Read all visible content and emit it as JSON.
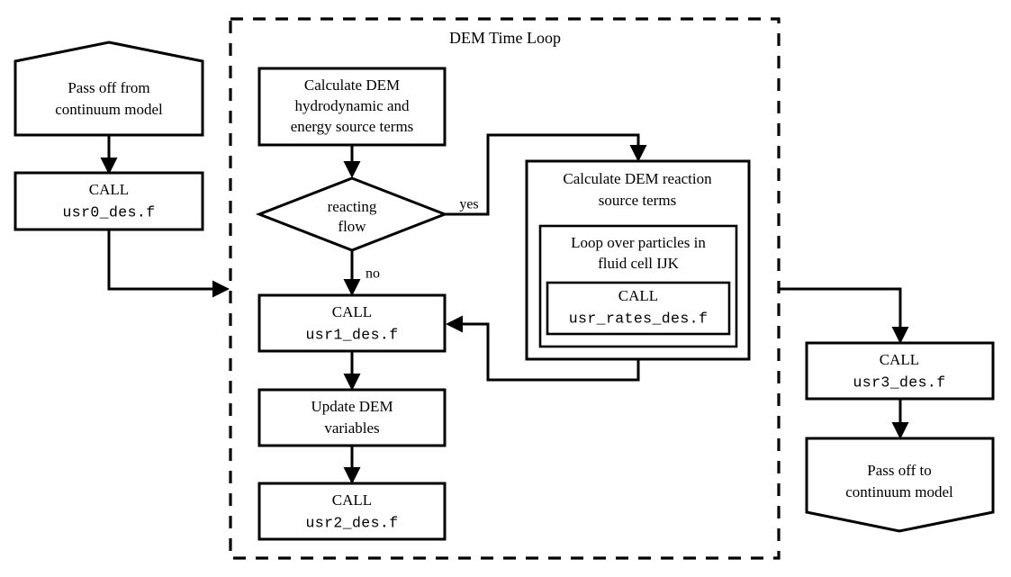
{
  "diagram": {
    "title": "DEM Time Loop Flowchart",
    "background_color": "#ffffff",
    "line_color": "#000000"
  },
  "group": {
    "label": "DEM Time Loop",
    "style": "dashed-rectangle"
  },
  "nodes": {
    "pass_off_from": {
      "shape": "pentagon-peak-top",
      "line1": "Pass off from",
      "line2": "continuum model"
    },
    "call_usr0": {
      "shape": "rectangle",
      "line1": "CALL",
      "line2": "usr0_des.f",
      "line2_style": "mono"
    },
    "calculate_dem_sources": {
      "shape": "rectangle",
      "line1": "Calculate DEM",
      "line2": "hydrodynamic and",
      "line3": "energy source terms"
    },
    "reacting_flow": {
      "shape": "diamond",
      "line1": "reacting",
      "line2": "flow"
    },
    "call_usr1": {
      "shape": "rectangle",
      "line1": "CALL",
      "line2": "usr1_des.f",
      "line2_style": "mono"
    },
    "update_dem_variables": {
      "shape": "rectangle",
      "line1": "Update DEM",
      "line2": "variables"
    },
    "call_usr2": {
      "shape": "rectangle",
      "line1": "CALL",
      "line2": "usr2_des.f",
      "line2_style": "mono"
    },
    "reaction_source_terms": {
      "shape": "rectangle",
      "line1": "Calculate DEM reaction",
      "line2": "source terms"
    },
    "loop_over_particles": {
      "shape": "rectangle",
      "line1": "Loop over particles in",
      "line2_prefix": "fluid cell ",
      "line2_mono": "IJK"
    },
    "call_usr_rates": {
      "shape": "rectangle",
      "line1": "CALL",
      "line2": "usr_rates_des.f",
      "line2_style": "mono"
    },
    "call_usr3": {
      "shape": "rectangle",
      "line1": "CALL",
      "line2": "usr3_des.f",
      "line2_style": "mono"
    },
    "pass_off_to": {
      "shape": "pentagon-point-bottom",
      "line1": "Pass off to",
      "line2": "continuum model"
    }
  },
  "edge_labels": {
    "yes": "yes",
    "no": "no"
  }
}
